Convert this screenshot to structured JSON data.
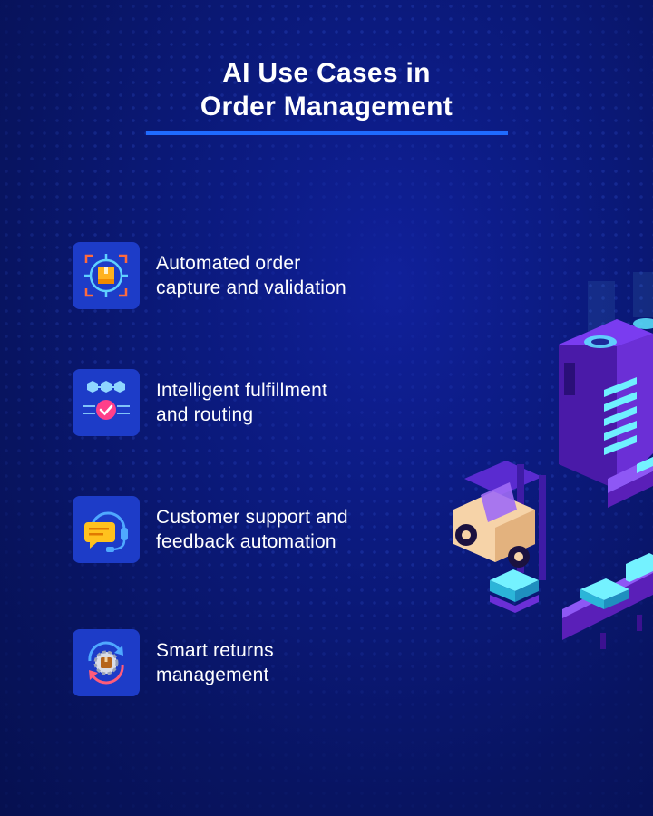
{
  "title": {
    "line1": "AI Use Cases in",
    "line2": "Order Management"
  },
  "items": [
    {
      "line1": "Automated order",
      "line2": "capture and validation",
      "icon": "order-capture-icon"
    },
    {
      "line1": "Intelligent fulfillment",
      "line2": "and routing",
      "icon": "fulfillment-routing-icon"
    },
    {
      "line1": "Customer support and",
      "line2": "feedback automation",
      "icon": "customer-support-icon"
    },
    {
      "line1": "Smart returns",
      "line2": "management",
      "icon": "returns-icon"
    }
  ],
  "colors": {
    "background": "#0b1a7e",
    "accent": "#1f6bff",
    "icon_tile": "#1d3cc8"
  },
  "illustration": "warehouse-forklift-server-conveyor"
}
